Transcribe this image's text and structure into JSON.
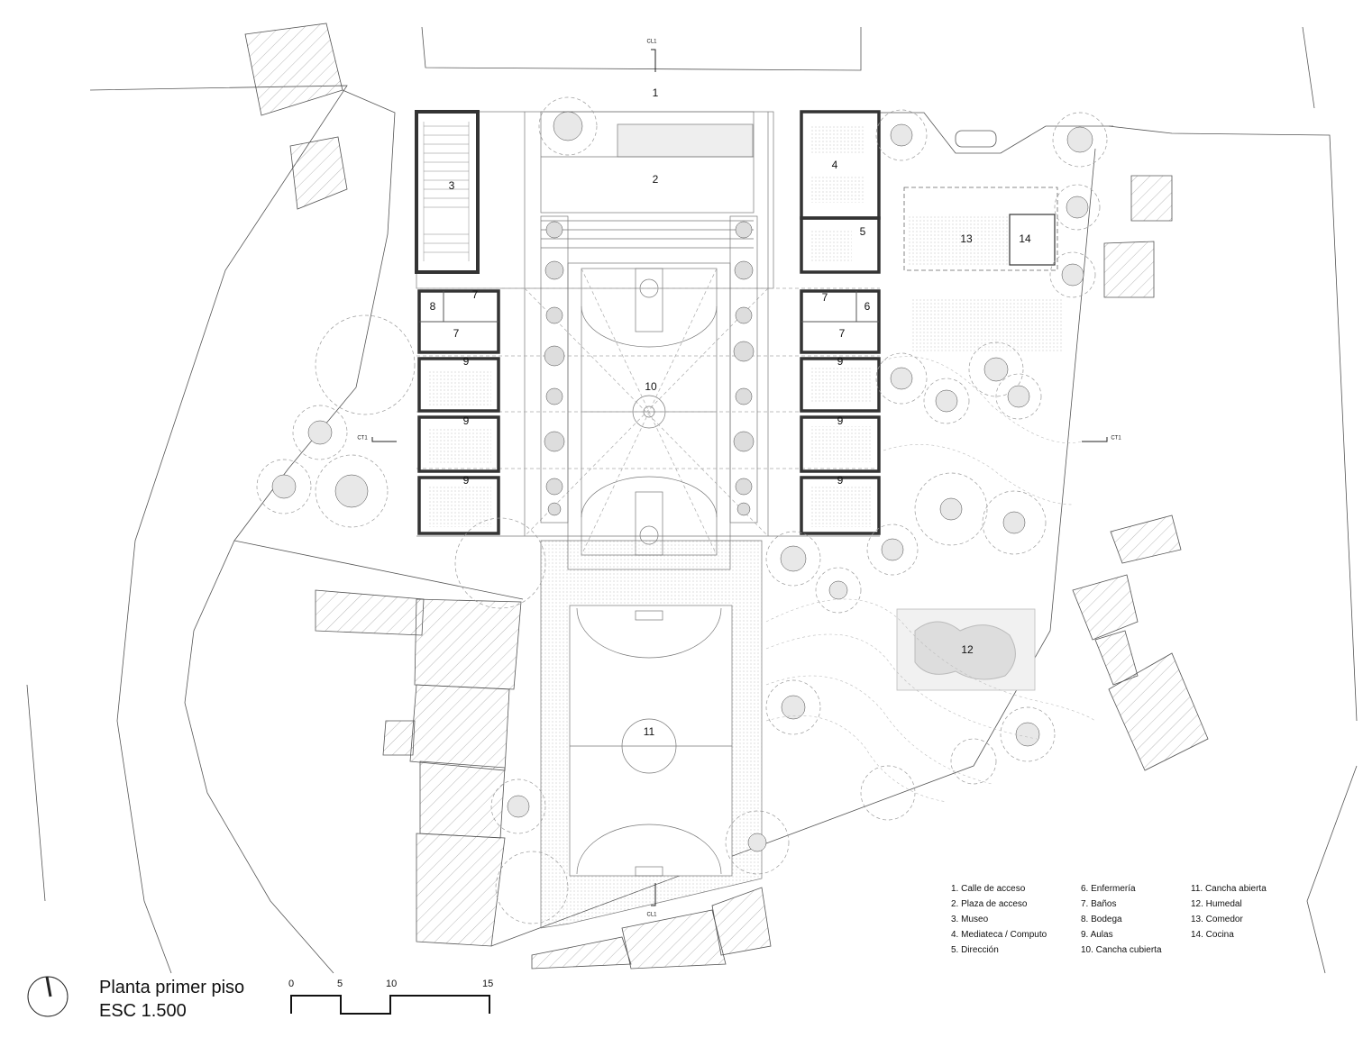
{
  "plan": {
    "room_labels": {
      "calle": "1",
      "plaza": "2",
      "museo": "3",
      "mediateca": "4",
      "direccion": "5",
      "enfermeria": "6",
      "banos_l1": "7",
      "banos_l2": "7",
      "banos_r1": "7",
      "banos_r2": "7",
      "bodega": "8",
      "aula_l1": "9",
      "aula_l2": "9",
      "aula_l3": "9",
      "aula_r1": "9",
      "aula_r2": "9",
      "aula_r3": "9",
      "cancha_cubierta": "10",
      "cancha_abierta": "11",
      "humedal": "12",
      "comedor": "13",
      "cocina": "14"
    },
    "section_marks": {
      "cl1_top": "CL1",
      "cl1_bottom": "CL1",
      "ct1_left": "CT1",
      "ct1_right": "CT1"
    }
  },
  "legend": {
    "col1": [
      "1. Calle de acceso",
      "2. Plaza de acceso",
      "3. Museo",
      "4. Mediateca / Computo",
      "5. Dirección"
    ],
    "col2": [
      "6. Enfermería",
      "7. Baños",
      "8. Bodega",
      "9. Aulas",
      "10. Cancha cubierta"
    ],
    "col3": [
      "11. Cancha abierta",
      "12. Humedal",
      "13. Comedor",
      "14. Cocina"
    ]
  },
  "title": {
    "line1": "Planta primer piso",
    "line2": "ESC 1.500"
  },
  "scale_bar": {
    "labels": [
      "0",
      "5",
      "10",
      "15"
    ]
  }
}
